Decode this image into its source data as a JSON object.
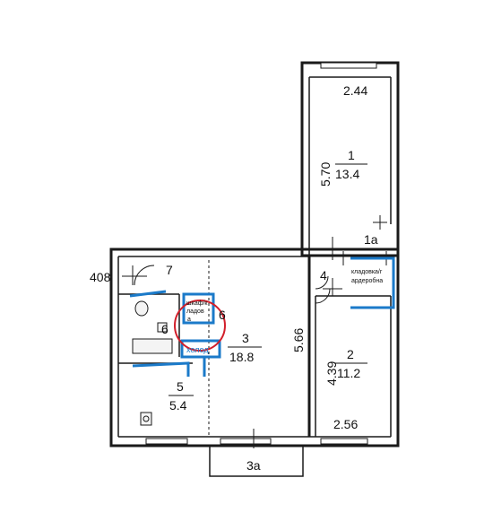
{
  "colors": {
    "wall": "#1a1a1a",
    "accent": "#1b7ac9",
    "marker": "#d21f2b"
  },
  "rooms": {
    "room1": {
      "number": "1",
      "area": "13.4",
      "width": "2.44",
      "length": "5.70"
    },
    "room1a": {
      "number": "1a"
    },
    "room2": {
      "number": "2",
      "area": "11.2",
      "width": "2.56",
      "length": "4.39"
    },
    "room3": {
      "number": "3",
      "area": "18.8",
      "length": "5.66"
    },
    "room3a": {
      "number": "3a"
    },
    "room4": {
      "number": "4"
    },
    "room5": {
      "number": "5",
      "area": "5.4"
    },
    "room6": {
      "number": "6"
    },
    "room6b": {
      "number": "6"
    },
    "room7": {
      "number": "7"
    },
    "dim408": {
      "text": "408"
    }
  },
  "annotations": {
    "storage": {
      "line1": "кладовка/г",
      "line2": "ардеробна"
    },
    "closet": {
      "line1": "шкаф/к",
      "line2": "ладов",
      "line3": "а"
    },
    "cold": {
      "text": "холод"
    }
  }
}
